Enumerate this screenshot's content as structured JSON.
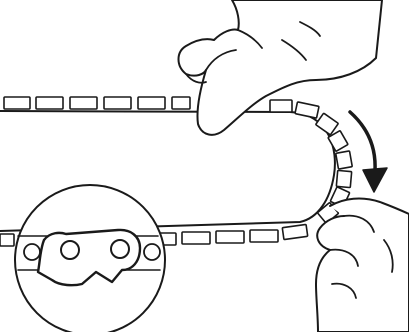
{
  "figure": {
    "subject": "chain-installation-on-guide-bar",
    "rotation_direction": "clockwise",
    "colors": {
      "ink": "#1a1a1a",
      "paper": "#ffffff"
    },
    "icons": [
      "guide-bar",
      "saw-chain",
      "direction-arrow",
      "hand-pressing-chain",
      "hand-holding-chain",
      "chain-link-detail"
    ]
  }
}
